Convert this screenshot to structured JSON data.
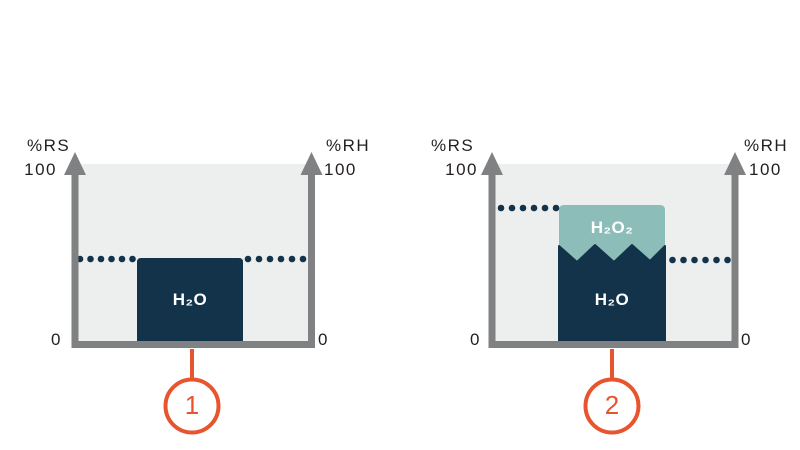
{
  "colors": {
    "navy": "#123349",
    "teal": "#8CBDB9",
    "plotbg": "#EDEEEE",
    "axis": "#7F8183",
    "orange": "#E7542D",
    "ink": "#231F20"
  },
  "panels": [
    {
      "step_number": "1",
      "axes": {
        "left_label": "%RS",
        "left_max": "100",
        "left_min": "0",
        "right_label": "%RH",
        "right_max": "100",
        "right_min": "0"
      },
      "regions": [
        {
          "name": "water",
          "label": "H₂O",
          "level_pct": 46
        }
      ],
      "dotted_levels": {
        "rs_pct": 46,
        "rh_pct": 46
      }
    },
    {
      "step_number": "2",
      "axes": {
        "left_label": "%RS",
        "left_max": "100",
        "left_min": "0",
        "right_label": "%RH",
        "right_max": "100",
        "right_min": "0"
      },
      "regions": [
        {
          "name": "hydrogen-peroxide",
          "label": "H₂O₂",
          "level_pct": 77
        },
        {
          "name": "water",
          "label": "H₂O",
          "level_pct": 46
        }
      ],
      "dotted_levels": {
        "rs_pct": 77,
        "rh_pct": 46
      }
    }
  ]
}
